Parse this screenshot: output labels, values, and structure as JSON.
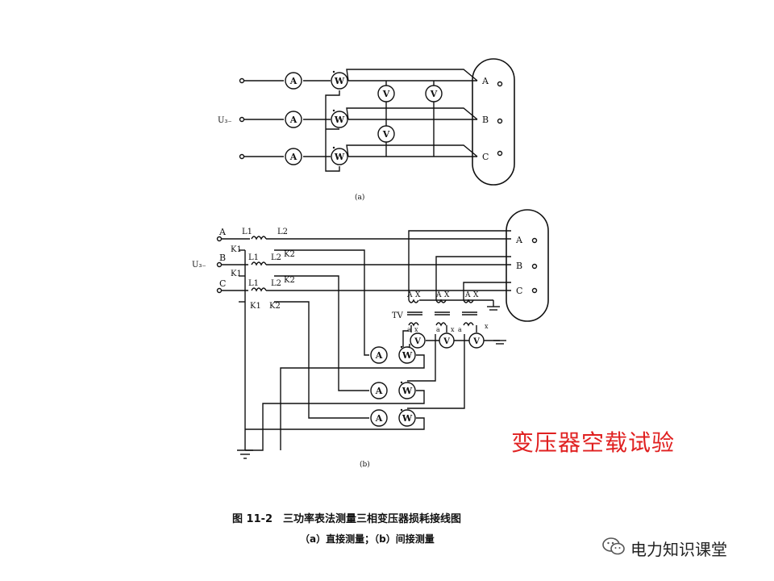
{
  "diagram_a": {
    "terminals": [
      "A",
      "B",
      "C"
    ],
    "source_label": "U₃₋",
    "ammeter_symbol": "A",
    "wattmeter_symbol": "W",
    "voltmeter_symbol": "V",
    "sublabel": "(a)"
  },
  "diagram_b": {
    "phases": [
      "A",
      "B",
      "C"
    ],
    "source_label": "U₃₋",
    "ct_labels": [
      "L1",
      "L2",
      "K1",
      "K2"
    ],
    "pt_label": "TV",
    "pt_primary": [
      "A",
      "X"
    ],
    "pt_secondary": [
      "a",
      "x"
    ],
    "ammeter_symbol": "A",
    "wattmeter_symbol": "W",
    "voltmeter_symbol": "V",
    "sublabel": "(b)"
  },
  "highlight_text": "变压器空载试验",
  "caption": {
    "title": "图 11-2　三功率表法测量三相变压器损耗接线图",
    "subtitle": "（a）直接测量；（b）间接测量"
  },
  "watermark": {
    "text": "电力知识课堂",
    "icon": "wechat-icon"
  },
  "colors": {
    "highlight": "#e02020",
    "line": "#111111"
  }
}
